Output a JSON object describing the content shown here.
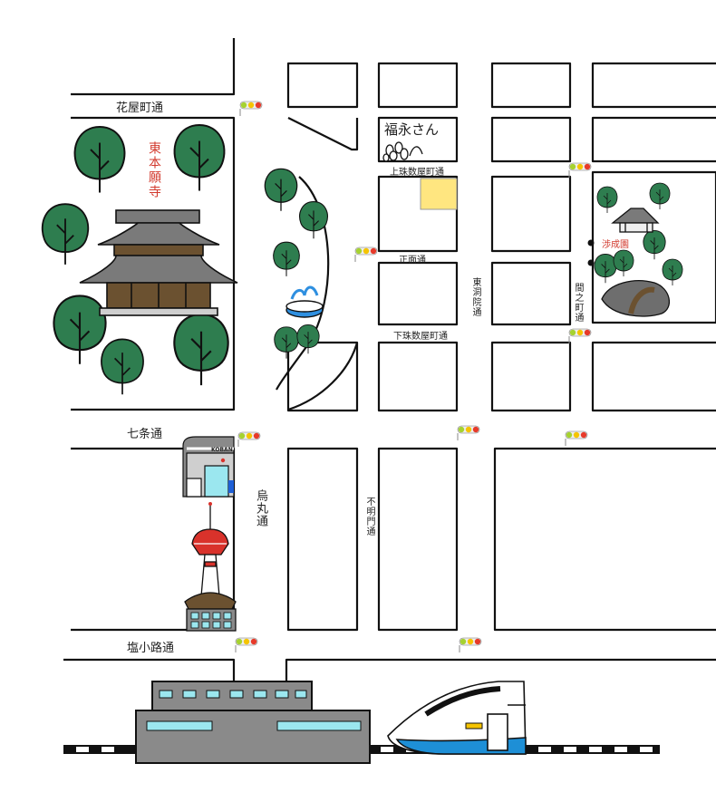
{
  "streets": {
    "hanayamachi": "花屋町通",
    "kamijuzuyamachi": "上珠数屋町通",
    "shomen": "正面通",
    "shimojuzuyamachi": "下珠数屋町通",
    "shichijo": "七条通",
    "shiokoji": "塩小路通",
    "karasuma": "烏丸通",
    "fumeimon": "不明門通",
    "higashinotoin": "東洞院通",
    "ainomachi": "間之町通"
  },
  "landmarks": {
    "higashi_honganji": "東本願寺",
    "shoseien": "渉成園",
    "fukunagasan": "福永さん",
    "koban": "KOBAN"
  },
  "colors": {
    "highlight": "#ffe680",
    "tree": "#2e7d4f",
    "temple_roof": "#7a7a7a",
    "temple_wood": "#6b5130",
    "tower_red": "#d9322b",
    "station": "#8a8a8a",
    "window": "#9be7ef",
    "fountain": "#2e8fe0",
    "train_stripe": "#1e8fd6",
    "label_red": "#d23a2e"
  }
}
